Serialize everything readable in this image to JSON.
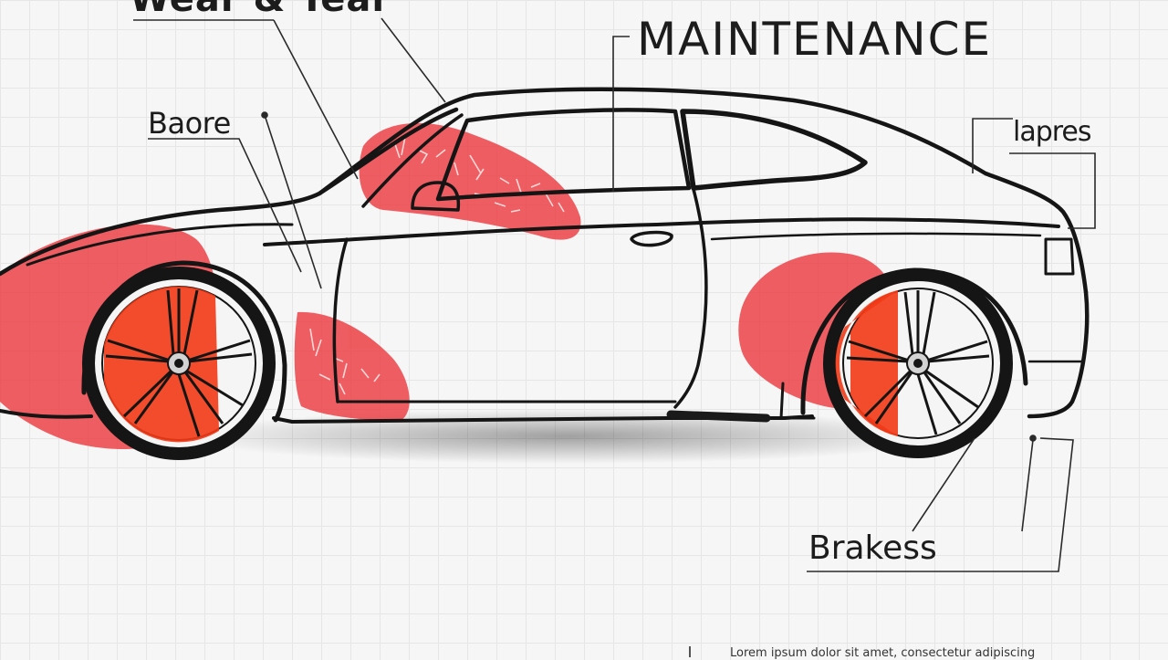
{
  "title_partial": "Wear & Tear",
  "heading": "MAINTENANCE",
  "labels": {
    "brake_top_left": "Baore",
    "right_top": "lapres",
    "brakes_bottom": "Brakess"
  },
  "footer_text": "Lorem ipsum dolor sit amet, consectetur adipiscing",
  "colors": {
    "highlight_red": "#ec3a3f",
    "wheel_red": "#f23a16",
    "outline": "#151515",
    "paper": "#f6f6f6",
    "grid": "#e6e6e6"
  }
}
